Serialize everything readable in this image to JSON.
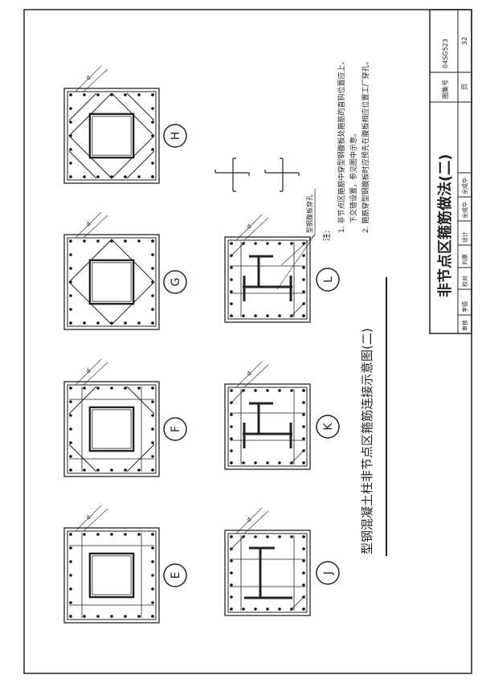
{
  "title_block": {
    "title": "非节点区箍筋做法(二)",
    "atlas_no_label": "图集号",
    "atlas_no": "04SG523",
    "page_label": "页",
    "page": "32",
    "signatures": [
      "审核",
      "李德",
      "校对",
      "刘康",
      "设计",
      "全成华",
      "全成华"
    ]
  },
  "drawing_title": "型钢混凝土柱非节点区箍筋连接示意图(二)",
  "notes": {
    "heading": "注:",
    "items": [
      "1. 非节点区箍筋中穿型钢腹板处箍筋的直钩位置应上、",
      "下交错设置，参见图中示意。",
      "2. 箍筋穿型钢腹板时应预先在腹板相应位置工厂穿孔。"
    ]
  },
  "callout": "型钢腹板穿孔",
  "dimension_label": "d",
  "details": [
    {
      "label": "H",
      "type": "box-diag"
    },
    {
      "label": "G",
      "type": "box-diamond"
    },
    {
      "label": "F",
      "type": "box-diag2"
    },
    {
      "label": "E",
      "type": "box-plain"
    },
    {
      "label": "L",
      "type": "cross-steel"
    },
    {
      "label": "K",
      "type": "cross-steel"
    },
    {
      "label": "J",
      "type": "t-steel"
    }
  ]
}
